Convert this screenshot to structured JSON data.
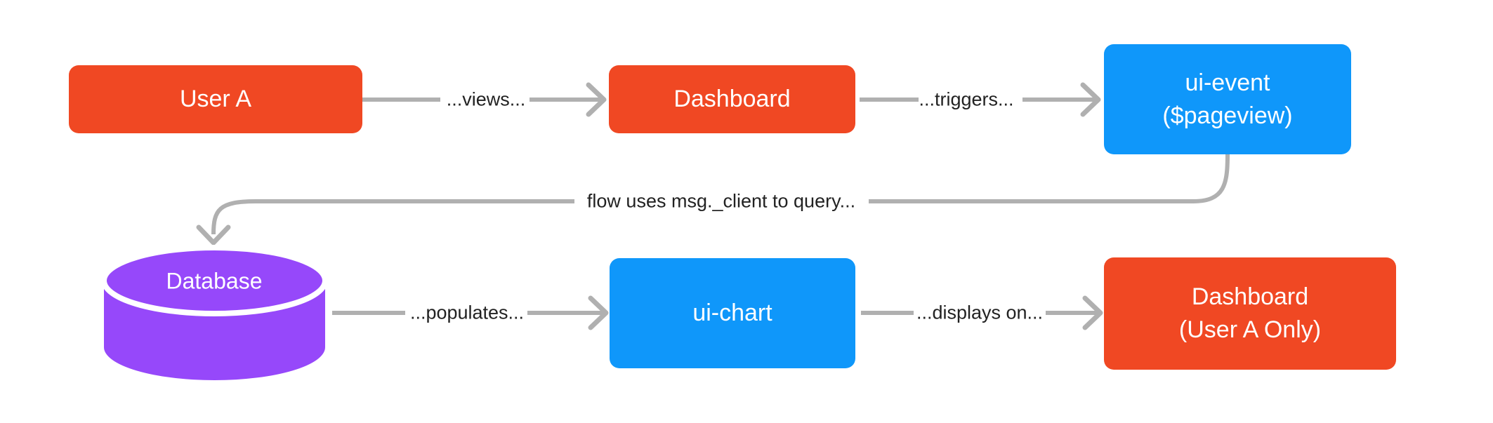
{
  "diagram": {
    "nodes": {
      "user_a": {
        "label": "User A"
      },
      "dashboard": {
        "label": "Dashboard"
      },
      "ui_event": {
        "line1": "ui-event",
        "line2": "($pageview)"
      },
      "database": {
        "label": "Database"
      },
      "ui_chart": {
        "label": "ui-chart"
      },
      "dashboard_user_a": {
        "line1": "Dashboard",
        "line2": "(User A Only)"
      }
    },
    "edges": {
      "views": {
        "label": "...views..."
      },
      "triggers": {
        "label": "...triggers..."
      },
      "query": {
        "label": "flow uses msg._client to query..."
      },
      "populates": {
        "label": "...populates..."
      },
      "displays": {
        "label": "...displays on..."
      }
    }
  },
  "colors": {
    "node_orange": "#f04823",
    "node_blue": "#0f97fa",
    "node_purple": "#9648fa",
    "arrow_gray": "#b0b0b0",
    "edge_label_text": "#222222",
    "node_text": "#ffffff",
    "background": "#ffffff"
  }
}
